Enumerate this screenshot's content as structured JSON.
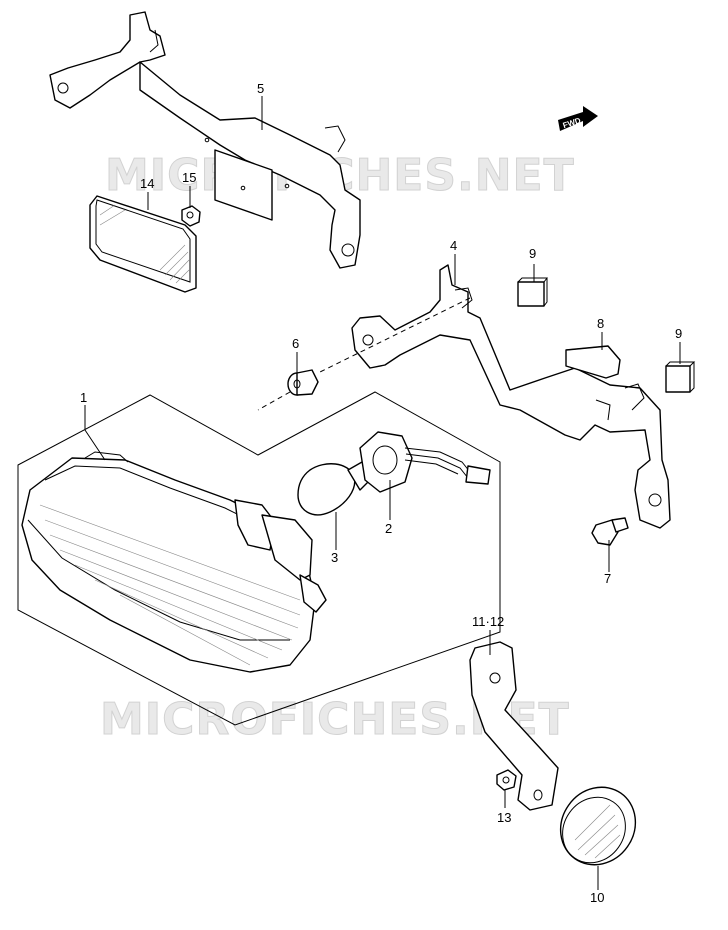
{
  "watermarks": [
    "MICROFICHES.NET",
    "MICROFICHES.NET"
  ],
  "fwd_badge": "FWD",
  "callouts": {
    "c1": "1",
    "c2": "2",
    "c3": "3",
    "c4": "4",
    "c5": "5",
    "c6": "6",
    "c7": "7",
    "c8": "8",
    "c9a": "9",
    "c9b": "9",
    "c10": "10",
    "c11_12": "11·12",
    "c13": "13",
    "c14": "14",
    "c15": "15"
  }
}
